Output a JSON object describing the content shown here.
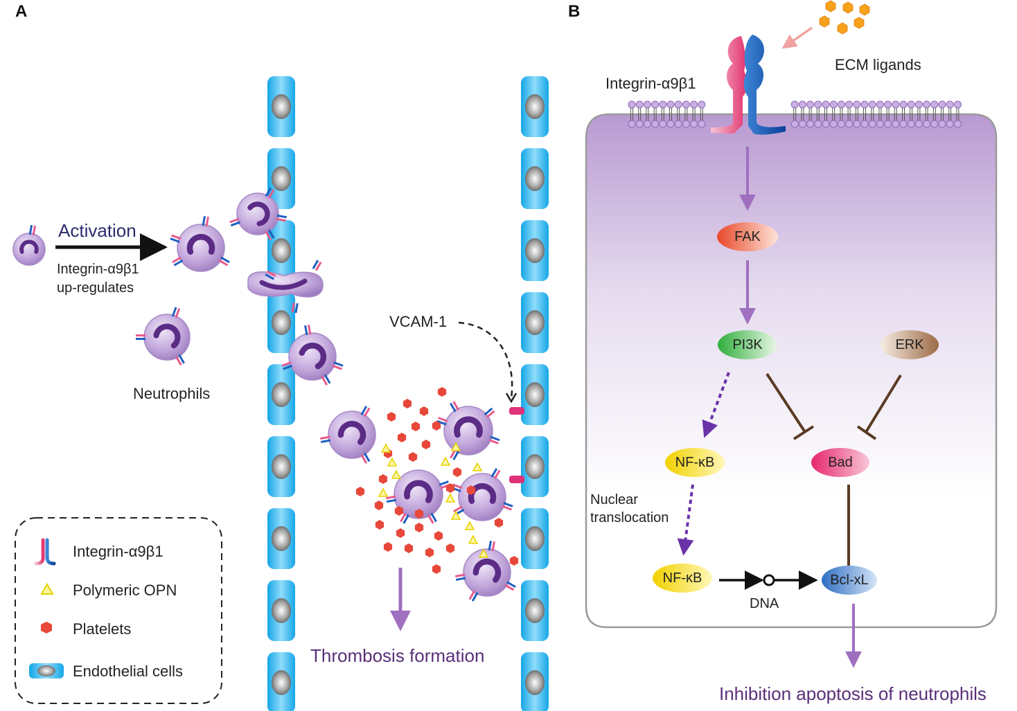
{
  "panels": {
    "a": "A",
    "b": "B"
  },
  "panel_a": {
    "activation": "Activation",
    "integrin_line1": "Integrin-α9β1",
    "integrin_line2": "up-regulates",
    "neutrophils": "Neutrophils",
    "vcam": "VCAM-1",
    "thrombosis": "Thrombosis formation"
  },
  "legend": [
    {
      "icon": "integrin-icon",
      "label": "Integrin-α9β1"
    },
    {
      "icon": "opn-triangle-icon",
      "label": "Polymeric OPN"
    },
    {
      "icon": "platelet-hexagon-icon",
      "label": "Platelets"
    },
    {
      "icon": "endothelial-cell-icon",
      "label": "Endothelial cells"
    }
  ],
  "panel_b": {
    "ecm": "ECM ligands",
    "integrin": "Integrin-α9β1",
    "fak": "FAK",
    "pi3k": "PI3K",
    "erk": "ERK",
    "nfkb_top": "NF-κB",
    "bad": "Bad",
    "nuclear_line1": "Nuclear",
    "nuclear_line2": "translocation",
    "nfkb_bottom": "NF-κB",
    "dna": "DNA",
    "bclxl": "Bcl-xL",
    "result": "Inhibition apoptosis of neutrophils"
  },
  "colors": {
    "endothelial": "#1eaee8",
    "neutrophil": "#b79ad4",
    "nucleus": "#5b2c86",
    "platelet": "#e8483a",
    "opn": "#f5e62a",
    "arrow_purple": "#9f6fc0",
    "inhibit_brown": "#5a3a22",
    "vcam": "#e0327a"
  }
}
